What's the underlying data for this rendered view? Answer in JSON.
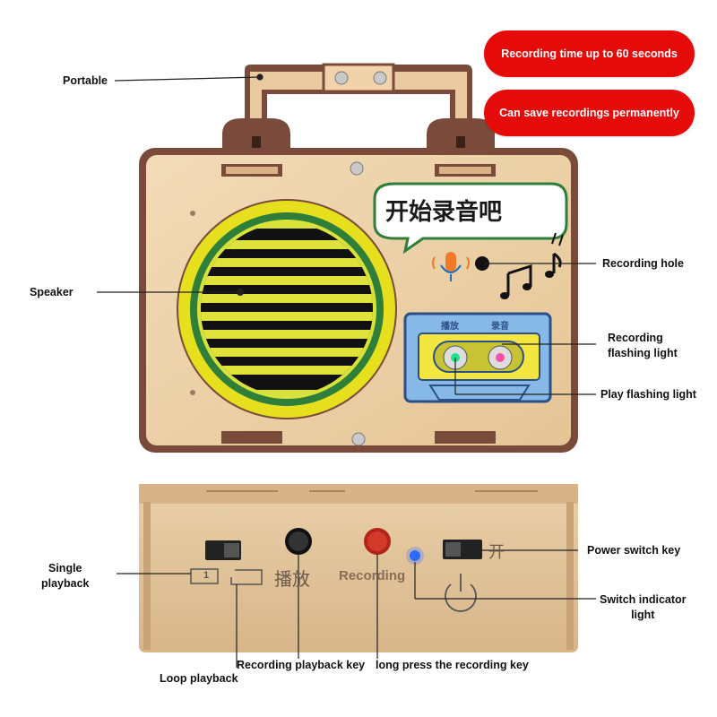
{
  "badges": {
    "recording_time": "Recording time up to 60 seconds",
    "save_permanently": "Can save recordings permanently"
  },
  "labels": {
    "portable": "Portable",
    "speaker": "Speaker",
    "recording_hole": "Recording hole",
    "recording_flashing_light": "Recording\nflashing light",
    "play_flashing_light": "Play flashing light",
    "power_switch_key": "Power switch key",
    "switch_indicator_light": "Switch indicator\nlight",
    "single_playback": "Single\nplayback",
    "loop_playback": "Loop playback",
    "recording_playback_key": "Recording playback key",
    "long_press_recording_key": "long press the recording key"
  },
  "device_text": {
    "bubble": "开始录音吧",
    "tape_play": "播放",
    "tape_record": "录音",
    "play_button": "播放",
    "record_button": "Recording",
    "power_on": "开",
    "single_mode": "1"
  },
  "colors": {
    "badge_red": "#e50b0b",
    "wood": "#eccfa6",
    "wood_dark": "#7a4b3a",
    "speaker_yellow": "#e6df1e",
    "speaker_green": "#2f7f3b",
    "tape_blue": "#86b9e6",
    "tape_yellow": "#f4e640",
    "indicator_blue": "#2b6bff",
    "play_light": "#1ce38b",
    "record_light": "#ff4fa8"
  },
  "icons": [
    "screw-icon",
    "microphone-icon",
    "music-note-icon",
    "power-icon",
    "loop-icon"
  ]
}
